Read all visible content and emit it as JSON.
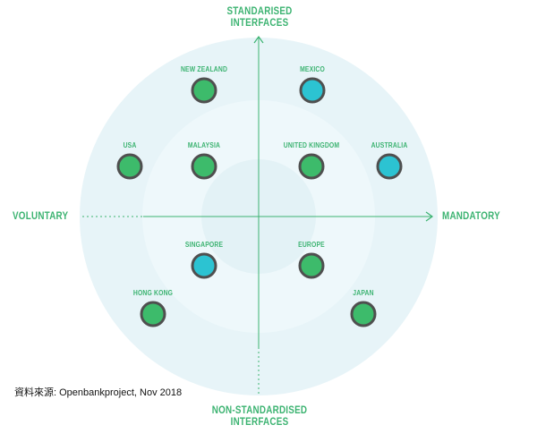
{
  "axes": {
    "top": [
      "STANDARISED",
      "INTERFACES"
    ],
    "bottom": [
      "NON-STANDARDISED",
      "INTERFACES"
    ],
    "left": "VOLUNTARY",
    "right": "MANDATORY"
  },
  "countries": [
    {
      "name": "NEW ZEALAND",
      "type": "green"
    },
    {
      "name": "MEXICO",
      "type": "blue"
    },
    {
      "name": "USA",
      "type": "green"
    },
    {
      "name": "MALAYSIA",
      "type": "green"
    },
    {
      "name": "UNITED KINGDOM",
      "type": "green"
    },
    {
      "name": "AUSTRALIA",
      "type": "blue"
    },
    {
      "name": "SINGAPORE",
      "type": "blue"
    },
    {
      "name": "EUROPE",
      "type": "green"
    },
    {
      "name": "HONG KONG",
      "type": "green"
    },
    {
      "name": "JAPAN",
      "type": "green"
    }
  ],
  "colors": {
    "green": "#3dbb6b",
    "blue": "#2cc3d2",
    "accent": "#3cb371",
    "ring_dark": "#4f4f4f",
    "ring_light": "#ffffff",
    "circle_outer": "#e7f4f8",
    "circle_mid": "#eef8fb",
    "circle_inner": "#e3f2f6",
    "axis": "#3cb371"
  },
  "source": "資料來源: Openbankproject, Nov 2018"
}
